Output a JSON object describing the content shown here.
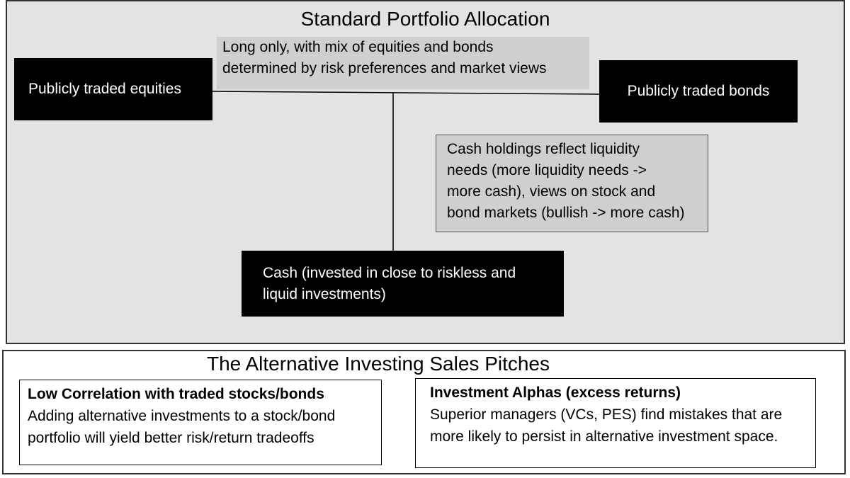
{
  "diagram": {
    "top_title": "Standard Portfolio Allocation",
    "equities_label": "Publicly traded equities",
    "bonds_label": "Publicly traded bonds",
    "mix_note": [
      "Long only, with mix of equities and bonds",
      "determined by risk preferences and market views"
    ],
    "cash_note": [
      "Cash holdings reflect liquidity",
      "needs (more liquidity needs ->",
      "more cash), views on stock and",
      "bond markets (bullish -> more cash)"
    ],
    "cash_label": [
      "Cash (invested in close to riskless and",
      "liquid investments)"
    ],
    "bottom_title": "The Alternative Investing Sales Pitches",
    "pitches": [
      {
        "heading": "Low Correlation with traded stocks/bonds",
        "body": [
          "Adding alternative investments to a stock/bond",
          "portfolio will yield better risk/return tradeoffs"
        ]
      },
      {
        "heading": "Investment Alphas (excess returns)",
        "body": [
          "Superior managers (VCs, PES) find mistakes that are",
          "more likely to persist in alternative investment space."
        ]
      }
    ]
  },
  "colors": {
    "top_panel_bg": "#e3e3e3",
    "note_bg": "#cfcfcf",
    "box_bg": "#000000",
    "box_text": "#ffffff"
  }
}
